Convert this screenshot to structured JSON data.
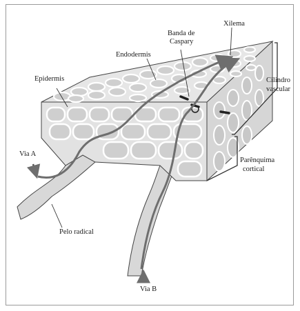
{
  "labels": {
    "xilema": "Xilema",
    "banda_l1": "Banda de",
    "banda_l2": "Caspary",
    "endodermis": "Endodermis",
    "epidermis": "Epidermis",
    "cilindro_l1": "Cilindro",
    "cilindro_l2": "vascular",
    "parenquima_l1": "Parênquima",
    "parenquima_l2": "cortical",
    "via_a": "Via A",
    "pelo_radical": "Pelo radical",
    "via_b": "Via B"
  },
  "colors": {
    "cell_fill": "#dcdcdc",
    "wall": "#ffffff",
    "outline": "#444444",
    "arrow": "#6e6e6e",
    "caspary": "#222222"
  }
}
